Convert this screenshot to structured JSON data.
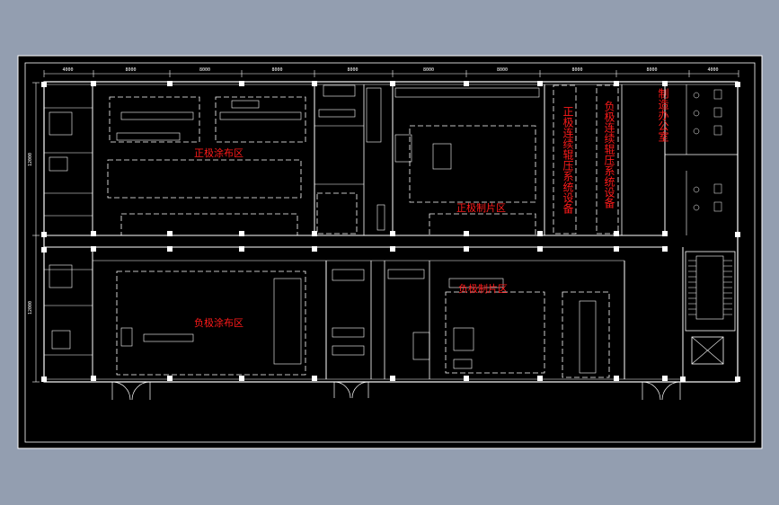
{
  "colors": {
    "background_outer": "#939eb0",
    "sheet": "#000000",
    "lines": "#ffffff",
    "labels": "#ff1a1a"
  },
  "dimensions": {
    "top": [
      "4000",
      "8000",
      "8000",
      "8000",
      "8000",
      "8000",
      "8000",
      "8000",
      "8000",
      "4000"
    ],
    "left": [
      "12000",
      "12000"
    ]
  },
  "areas": {
    "positive_coating": "正极涂布区",
    "negative_coating": "负极涂布区",
    "positive_sheet": "正极制片区",
    "negative_sheet": "负极制片区",
    "positive_press": "正极连续辊压系统设备",
    "negative_press": "负极连续辊压系统设备",
    "office": "制造办公室"
  }
}
